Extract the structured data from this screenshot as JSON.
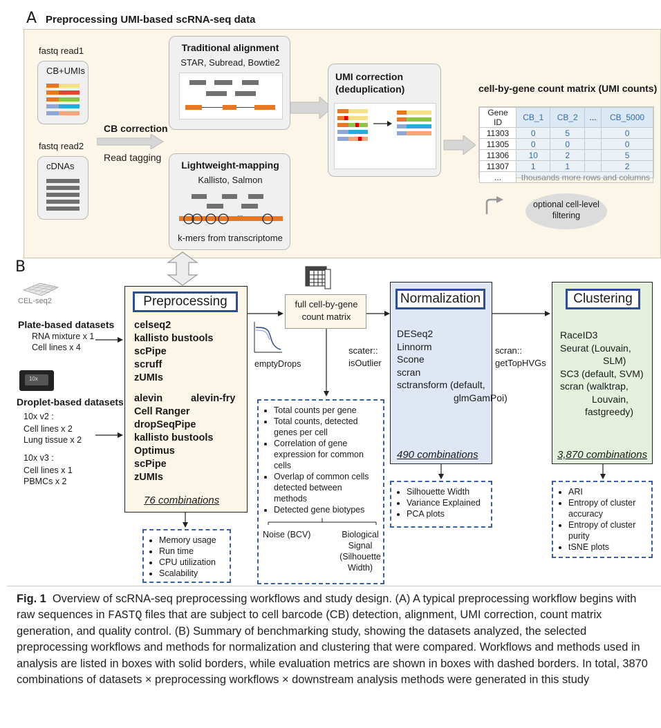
{
  "panelA": {
    "letter": "A",
    "title": "Preprocessing UMI-based scRNA-seq data",
    "read1_label": "fastq read1",
    "read1_sub": "CB+UMIs",
    "read2_label": "fastq read2",
    "read2_sub": "cDNAs",
    "cb_correction": "CB correction",
    "read_tagging": "Read tagging",
    "trad_title": "Traditional alignment",
    "trad_tools": "STAR, Subread, Bowtie2",
    "light_title": "Lightweight-mapping",
    "light_tools": "Kallisto, Salmon",
    "light_note": "k-mers from transcriptome",
    "umi_title_1": "UMI correction",
    "umi_title_2": "(deduplication)",
    "matrix_title": "cell-by-gene count matrix (UMI counts)",
    "matrix_headers": [
      "Gene ID",
      "CB_1",
      "CB_2",
      "...",
      "CB_5000"
    ],
    "matrix_rows": [
      [
        "11303",
        "0",
        "5",
        "",
        "0"
      ],
      [
        "11305",
        "0",
        "0",
        "",
        "0"
      ],
      [
        "11306",
        "10",
        "2",
        "",
        "5"
      ],
      [
        "11307",
        "1",
        "1",
        "",
        "2"
      ]
    ],
    "matrix_more_left": "...",
    "matrix_more": "thousands more rows and columns",
    "filter_1": "optional cell-level",
    "filter_2": "filtering"
  },
  "panelB": {
    "letter": "B",
    "celseq_logo": "CEL-seq2",
    "tenx_logo": "10x",
    "plate_title": "Plate-based datasets",
    "plate_items": [
      "RNA mixture x 1",
      "Cell lines x 4"
    ],
    "droplet_title": "Droplet-based datasets",
    "v2_title": "10x v2 :",
    "v2_items": [
      "Cell lines x 2",
      "Lung tissue x 2"
    ],
    "v3_title": "10x v3 :",
    "v3_items": [
      "Cell lines x 1",
      "PBMCs x 2"
    ],
    "preprocessing_title": "Preprocessing",
    "preprocessing_plate": [
      "celseq2",
      "kallisto bustools",
      "scPipe",
      "scruff",
      "zUMIs"
    ],
    "preprocessing_alevin": "alevin",
    "preprocessing_alevinfry": "alevin-fry",
    "preprocessing_droplet": [
      "Cell Ranger",
      "dropSeqPipe",
      "kallisto bustools",
      "Optimus",
      "scPipe",
      "zUMIs"
    ],
    "preprocessing_combos": "76 combinations",
    "preprocessing_metrics": [
      "Memory usage",
      "Run time",
      "CPU utilization",
      "Scalability"
    ],
    "emptydrops": "emptyDrops",
    "full_matrix_1": "full cell-by-gene",
    "full_matrix_2": "count matrix",
    "matrix_metrics": [
      "Total counts per gene",
      "Total counts, detected genes per cell",
      "Correlation of gene expression for common cells",
      "Overlap of common cells detected between methods",
      "Detected gene biotypes"
    ],
    "noise": "Noise (BCV)",
    "bio_signal": "Biological Signal (Silhouette Width)",
    "scater_1": "scater::",
    "scater_2": "isOutlier",
    "normalization_title": "Normalization",
    "normalization_methods": [
      "DESeq2",
      "Linnorm",
      "Scone",
      "scran",
      "sctransform (default,",
      "glmGamPoi)"
    ],
    "normalization_combos": "490 combinations",
    "normalization_metrics": [
      "Silhouette Width",
      "Variance Explained",
      "PCA plots"
    ],
    "scran_1": "scran::",
    "scran_2": "getTopHVGs",
    "clustering_title": "Clustering",
    "clustering_methods": [
      "RaceID3",
      "Seurat (Louvain,",
      "SLM)",
      "SC3 (default, SVM)",
      "scran (walktrap,",
      "Louvain,",
      "fastgreedy)"
    ],
    "clustering_combos": "3,870 combinations",
    "clustering_metrics": [
      "ARI",
      "Entropy of cluster accuracy",
      "Entropy of cluster purity",
      "tSNE plots"
    ]
  },
  "caption": {
    "label": "Fig. 1",
    "text_1": "Overview of scRNA-seq preprocessing workflows and study design. (A) A typical preprocessing workflow begins with raw sequences in ",
    "code": "FASTQ",
    "text_2": " files that are subject to cell barcode (CB) detection, alignment, UMI correction, count matrix generation, and quality control. (B) Summary of benchmarking study, showing the datasets analyzed, the selected preprocessing workflows and methods for normalization and clustering that were compared. Workflows and methods used in analysis are listed in boxes with solid borders, while evaluation metrics are shown in boxes with dashed borders. In total, 3870 combinations of datasets × preprocessing workflows × downstream analysis methods were generated in this study"
  }
}
